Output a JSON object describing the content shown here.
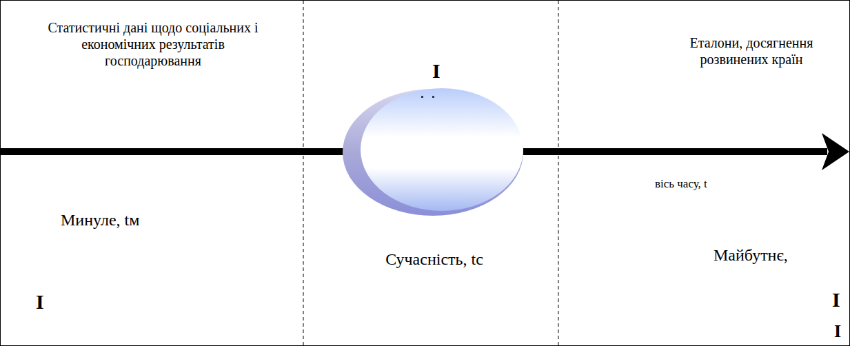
{
  "diagram": {
    "labels": [
      "Статистичні дані щодо соціальних і економічних результатів господарювання",
      "Еталони, досягнення розвинених країн",
      "I",
      "вісь часу, t",
      "Минуле, tм",
      "Сучасність, tс",
      "Майбутнє,",
      "I",
      "I",
      "I"
    ]
  }
}
